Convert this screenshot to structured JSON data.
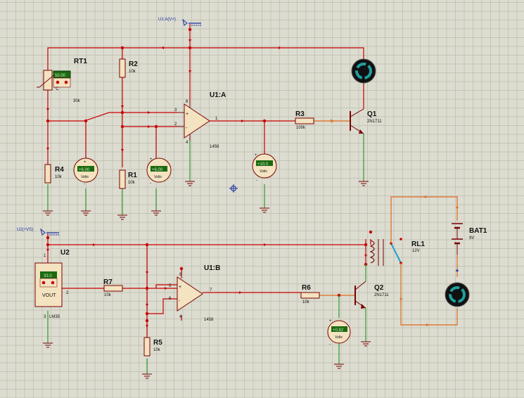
{
  "schematic": {
    "labels": {
      "rt1": "RT1",
      "rt1_value": "30k",
      "rt1_reading": "50.00",
      "rt1_temp": "°C",
      "r2": "R2",
      "r2_val": "10k",
      "r1": "R1",
      "r1_val": "10k",
      "r4": "R4",
      "r4_val": "10k",
      "r3": "R3",
      "r3_val": "100k",
      "r5": "R5",
      "r5_val": "10k",
      "r6": "R6",
      "r6_val": "10k",
      "r7": "R7",
      "r7_val": "10k",
      "u1a": "U1:A",
      "u1a_part": "1458",
      "u1b": "U1:B",
      "u1b_part": "1458",
      "q1": "Q1",
      "q1_part": "2N1711",
      "q2": "Q2",
      "q2_part": "2N1711",
      "u2": "U2",
      "u2_vout": "VOUT",
      "u2_part": "LM35",
      "u2_reading": "33.0",
      "rl1": "RL1",
      "rl1_val": "12V",
      "bat1": "BAT1",
      "bat1_val": "9V",
      "term_u1": "U1:A(V+)",
      "term_u2": "U2(+VS)",
      "volts": "Volts"
    },
    "voltmeters": [
      {
        "id": "vm1",
        "reading": "+6.00",
        "unit": "Volts"
      },
      {
        "id": "vm2",
        "reading": "+6.00",
        "unit": "Volts"
      },
      {
        "id": "vm3",
        "reading": "+10.0",
        "unit": "Volts"
      },
      {
        "id": "vm4",
        "reading": "+0.82",
        "unit": "Volts"
      }
    ],
    "pins": {
      "u1a_3": "3",
      "u1a_2": "2",
      "u1a_1": "1",
      "u1a_8": "8",
      "u1a_4": "4",
      "u1b_5": "5",
      "u1b_6": "6",
      "u1b_7": "7",
      "u1b_8": "8",
      "u1b_4": "4",
      "u2_1": "1",
      "u2_2": "2",
      "u2_3": "3"
    },
    "colors": {
      "wire": "#c80000",
      "ground_wire": "#2e9c2e",
      "battery_wire": "#e06a1c",
      "background": "#dcdcd0"
    }
  }
}
